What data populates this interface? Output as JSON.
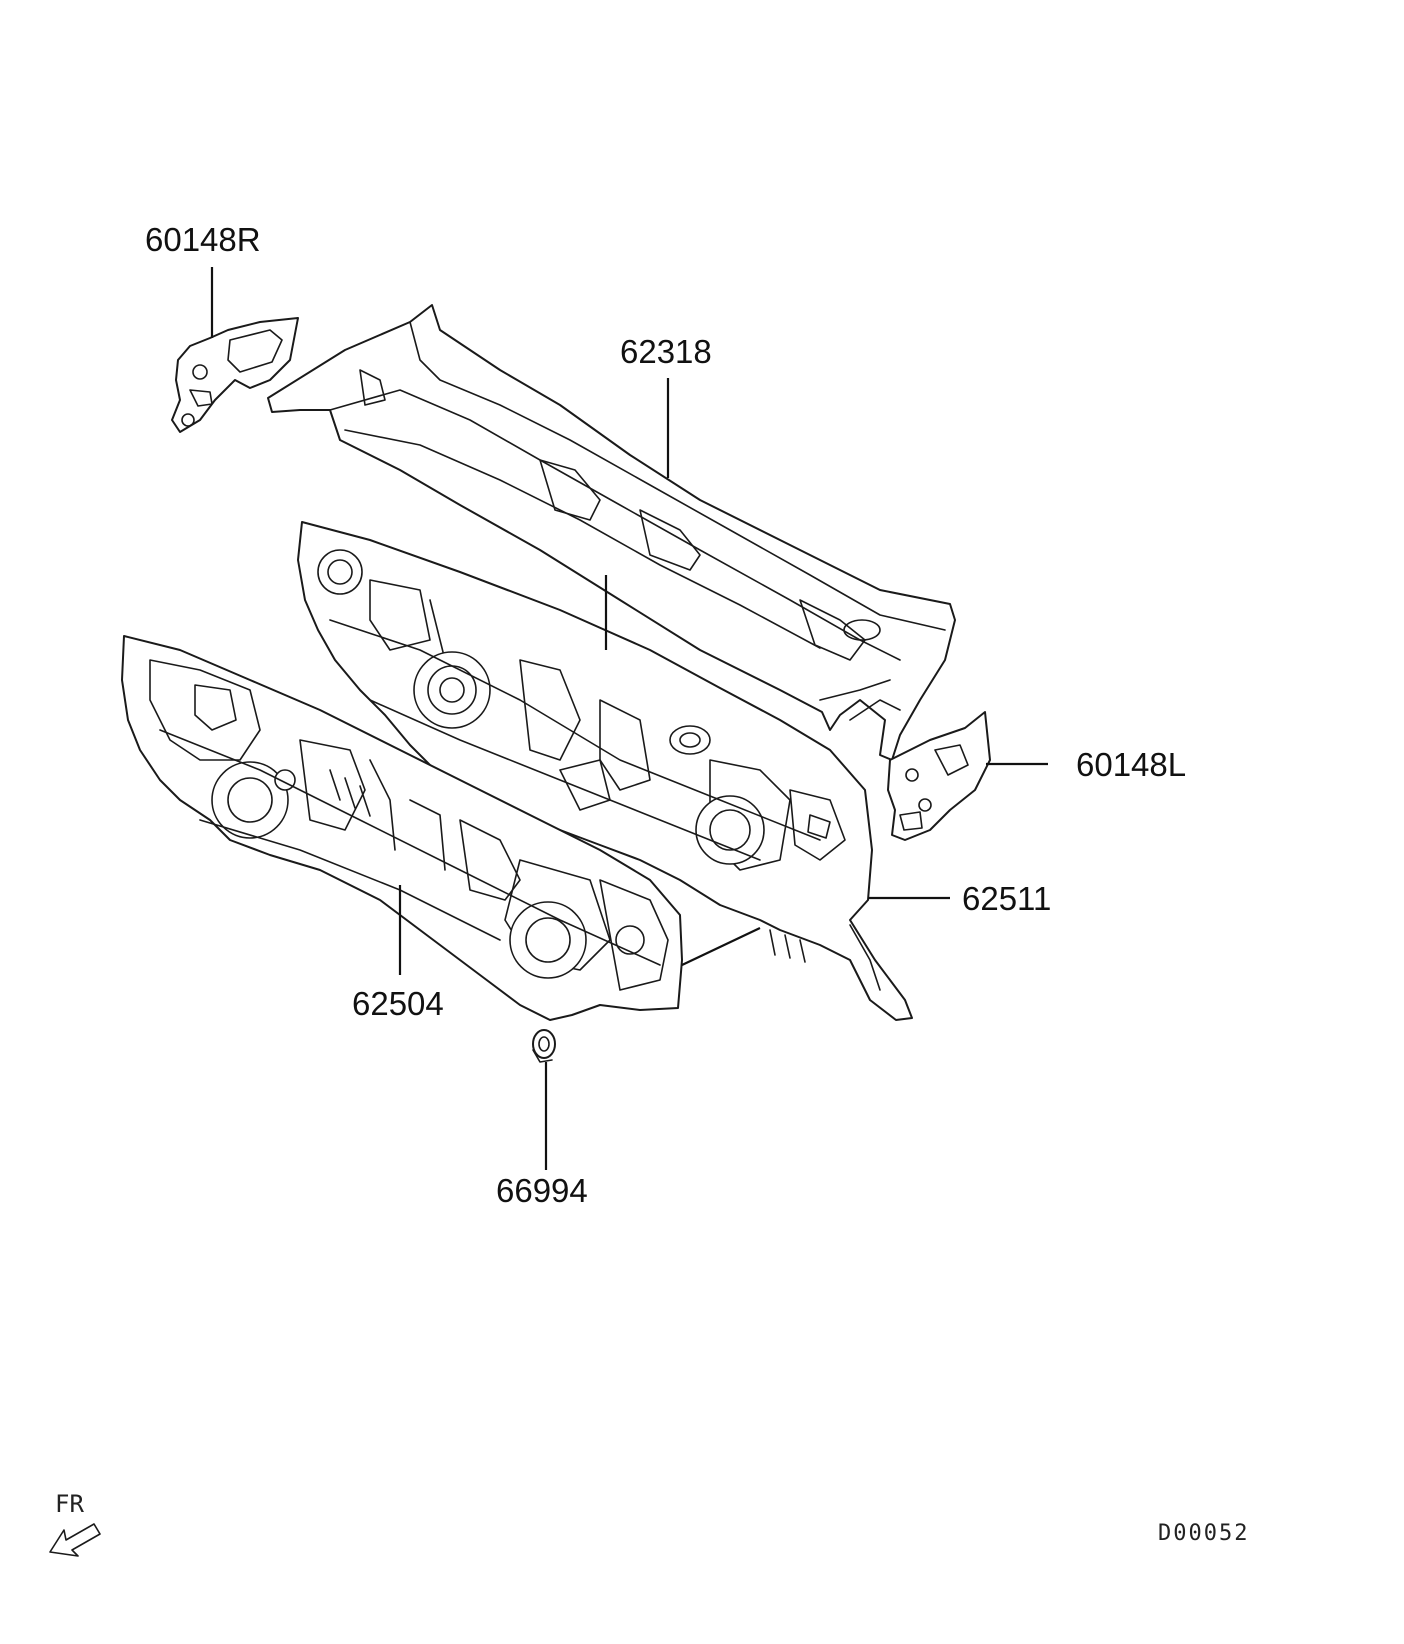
{
  "diagram": {
    "callouts": [
      {
        "id": "60148R",
        "label": "60148R"
      },
      {
        "id": "62318",
        "label": "62318"
      },
      {
        "id": "60148L",
        "label": "60148L"
      },
      {
        "id": "62511",
        "label": "62511"
      },
      {
        "id": "62504",
        "label": "62504"
      },
      {
        "id": "66994",
        "label": "66994"
      }
    ],
    "direction_label": "FR",
    "drawing_code": "D00052"
  }
}
